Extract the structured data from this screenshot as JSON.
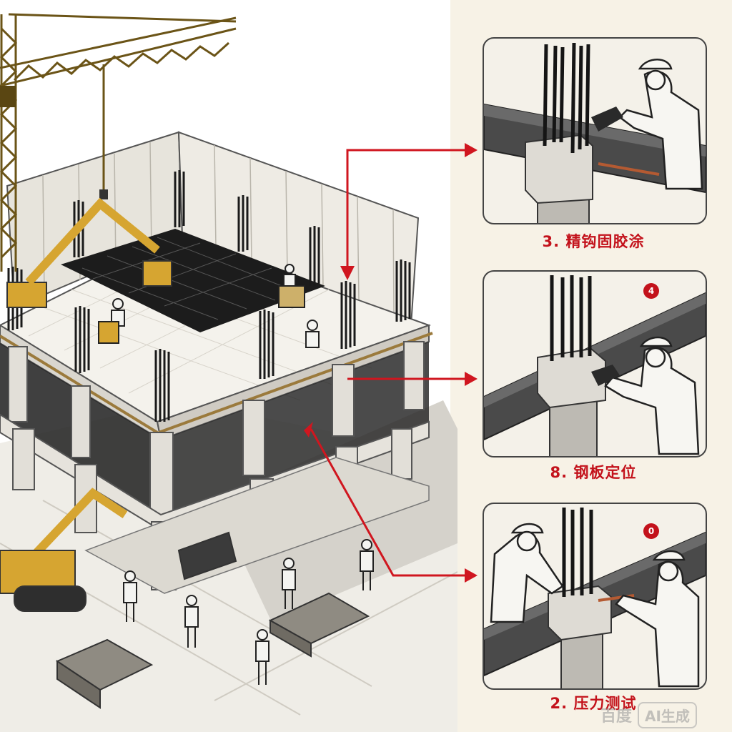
{
  "steps": [
    {
      "caption": "3. 精钩固胶涂",
      "badge": ""
    },
    {
      "caption": "8. 钢板定位",
      "badge": "4"
    },
    {
      "caption": "2. 压力测试",
      "badge": "0"
    }
  ],
  "watermark": {
    "logo": "百度",
    "chip": "AI生成"
  },
  "colors": {
    "arrow": "#d0161f",
    "crane": "#6b5417",
    "excavator": "#d6a531",
    "rebar": "#1e1e1e",
    "concrete": "#e9e6df",
    "steel_beam": "#4a4a4a",
    "panel_bg": "#f7f2e6"
  }
}
